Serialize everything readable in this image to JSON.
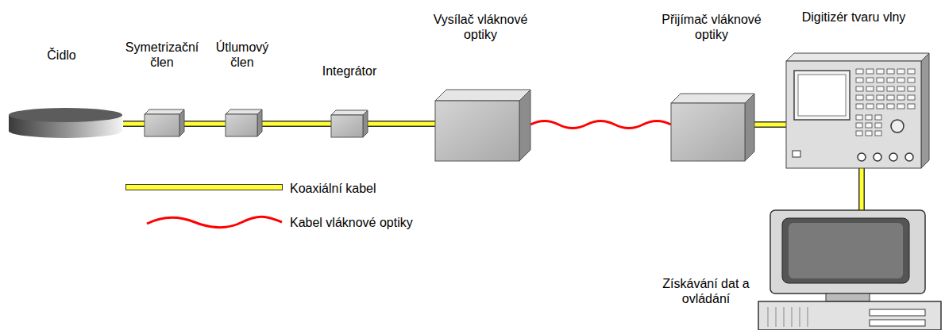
{
  "diagram": {
    "nodes": [
      {
        "text": [
          "Čidlo"
        ]
      },
      {
        "text": [
          "Symetrizační člen"
        ]
      },
      {
        "text": [
          "Útlumový člen"
        ]
      },
      {
        "text": [
          "Integrátor"
        ]
      },
      {
        "text": [
          "Vysílač vláknové optiky"
        ]
      },
      {
        "text": [
          "Přijímač vláknové optiky"
        ]
      },
      {
        "text": [
          "Digitizér tvaru vlny"
        ]
      },
      {
        "text": [
          "Získávání dat a ovládání"
        ]
      }
    ],
    "edges": [
      {
        "from": 0,
        "to": 1,
        "arrow": "none"
      },
      {
        "from": 1,
        "to": 2,
        "arrow": "none"
      },
      {
        "from": 2,
        "to": 3,
        "arrow": "none"
      },
      {
        "from": 3,
        "to": 4,
        "arrow": "none"
      },
      {
        "from": 4,
        "to": 5,
        "arrow": "none"
      },
      {
        "from": 5,
        "to": 6,
        "arrow": "none"
      },
      {
        "from": 6,
        "to": 7,
        "arrow": "none"
      }
    ],
    "legend": [
      {
        "text": "Koaxiální kabel",
        "color": "#ffff33"
      },
      {
        "text": "Kabel vláknové optiky"
      }
    ]
  }
}
